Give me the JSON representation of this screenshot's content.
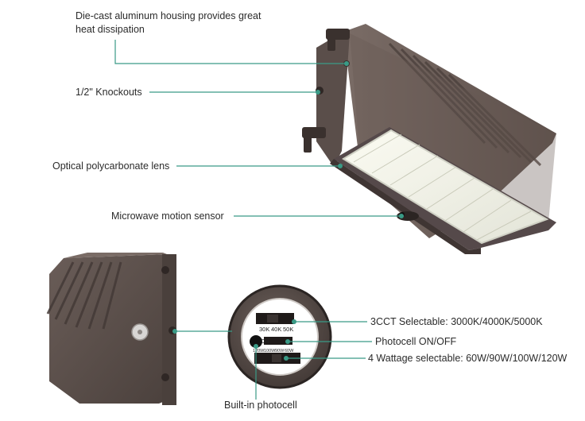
{
  "accent_color": "#3a9a86",
  "callouts": {
    "housing": "Die-cast aluminum housing provides great heat dissipation",
    "knockouts": "1/2\" Knockouts",
    "lens": "Optical polycarbonate lens",
    "sensor": "Microwave motion sensor",
    "cct": "3CCT Selectable: 3000K/4000K/5000K",
    "photocell_switch": "Photocell ON/OFF",
    "wattage": "4 Wattage selectable: 60W/90W/100W/120W",
    "builtin_photocell": "Built-in photocell"
  },
  "switch_panel": {
    "cct_labels": [
      "30K",
      "40K",
      "50K"
    ],
    "on_label": "ON",
    "wattage_labels": [
      "120W",
      "100W",
      "90W",
      "60W"
    ]
  }
}
